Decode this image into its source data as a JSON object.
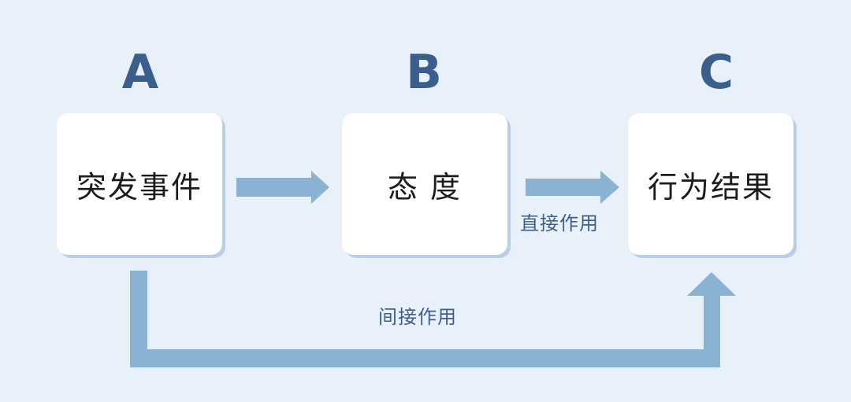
{
  "nodes": [
    {
      "letter": "A",
      "label": "突发事件"
    },
    {
      "letter": "B",
      "label": "态 度"
    },
    {
      "letter": "C",
      "label": "行为结果"
    }
  ],
  "edges": {
    "direct_label": "直接作用",
    "indirect_label": "间接作用"
  },
  "colors": {
    "background": "#e8f0fa",
    "arrow": "#8ab2d3",
    "letter": "#3a5f8c",
    "edge_label": "#3f5f86",
    "box": "#ffffff"
  }
}
